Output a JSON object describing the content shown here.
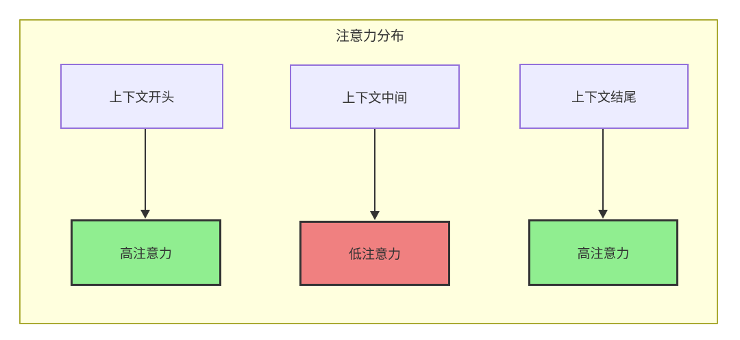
{
  "diagram": {
    "title": "注意力分布",
    "type": "flowchart",
    "columns": [
      {
        "source": "上下文开头",
        "target": "高注意力",
        "target_level": "high"
      },
      {
        "source": "上下文中间",
        "target": "低注意力",
        "target_level": "low"
      },
      {
        "source": "上下文结尾",
        "target": "高注意力",
        "target_level": "high"
      }
    ],
    "colors": {
      "cluster_fill": "#ffffde",
      "cluster_border": "#aaaa33",
      "source_fill": "#ECECFF",
      "source_border": "#9370DB",
      "high_attention_fill": "#90EE90",
      "low_attention_fill": "#F08080",
      "target_border": "#333333",
      "arrow": "#333333",
      "text": "#333333"
    }
  }
}
